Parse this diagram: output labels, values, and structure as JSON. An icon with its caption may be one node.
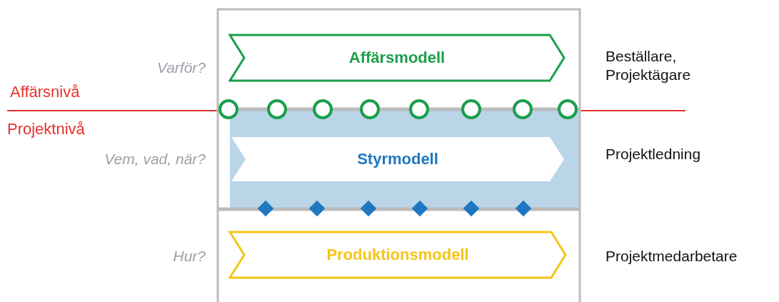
{
  "diagram": {
    "nodes": [
      {
        "text": [
          "Affärsmodell"
        ]
      },
      {
        "text": [
          "Styrmodell"
        ]
      },
      {
        "text": [
          "Produktionsmodell"
        ]
      }
    ],
    "labels": [
      "Varför?",
      "Beställare, Projektägare",
      "Affärsnivå",
      "Projektnivå",
      "Vem, vad, när?",
      "Projektledning",
      "Hur?",
      "Projektmedarbetare"
    ]
  }
}
